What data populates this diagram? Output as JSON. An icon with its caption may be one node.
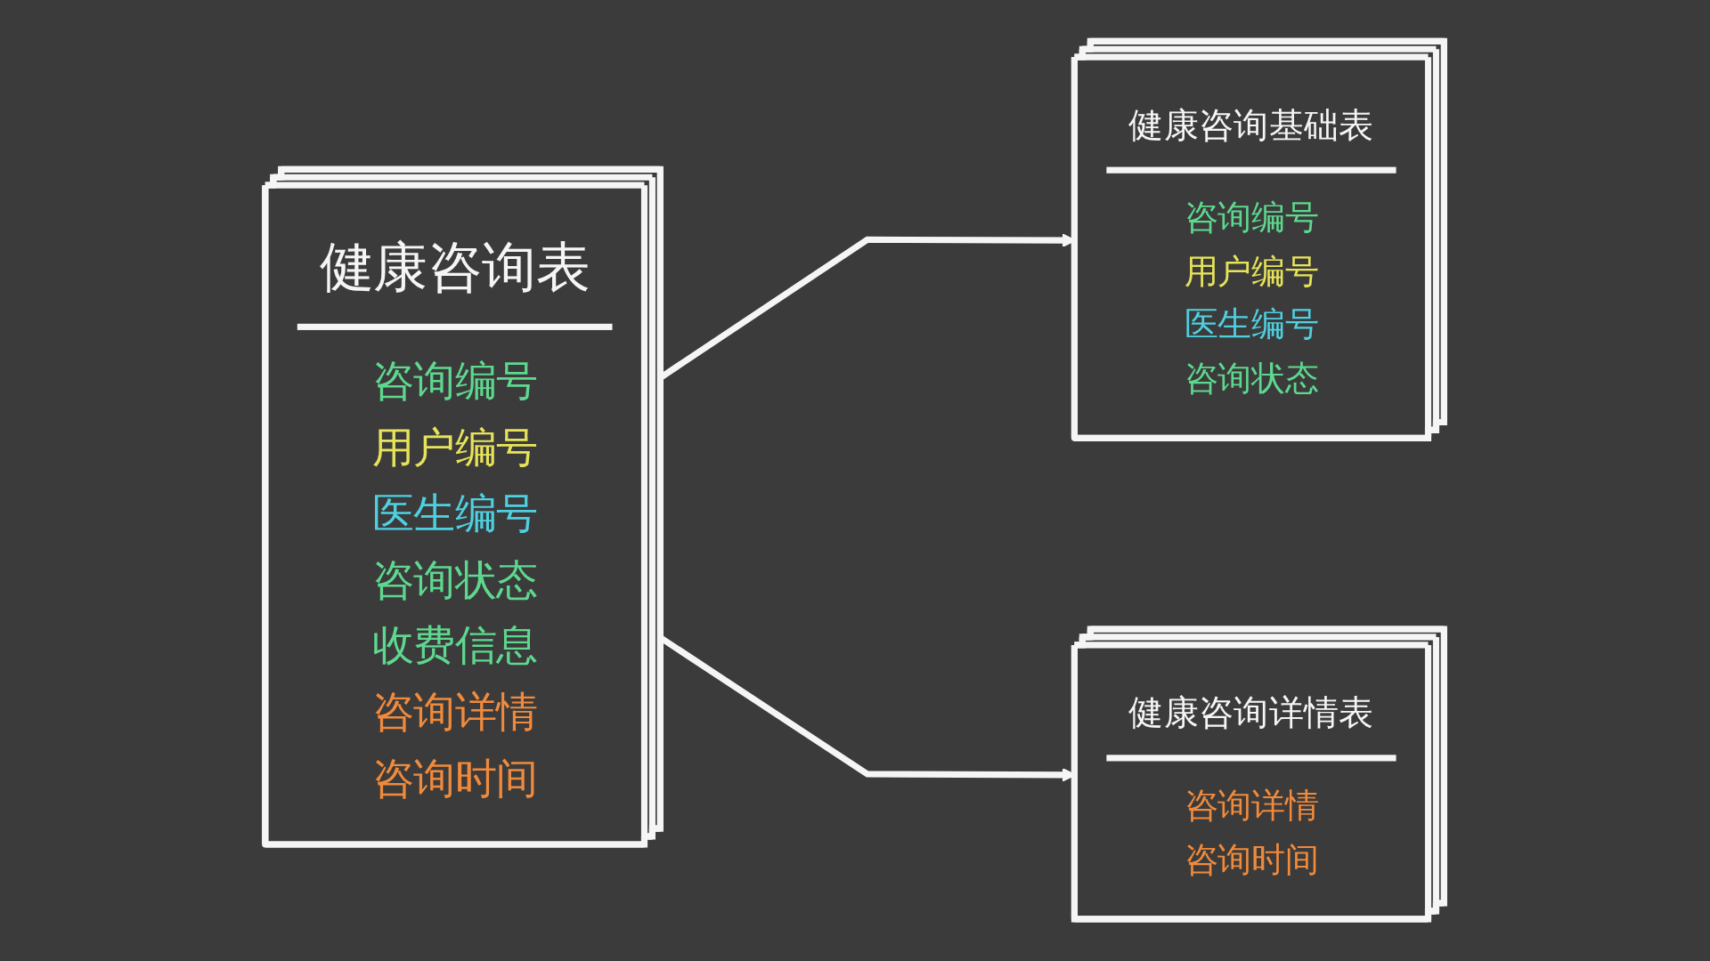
{
  "diagram": {
    "nodes": [
      {
        "text": [
          "健康咨询表",
          "咨询编号",
          "用户编号",
          "医生编号",
          "咨询状态",
          "收费信息",
          "咨询详情",
          "咨询时间"
        ]
      },
      {
        "text": [
          "健康咨询基础表",
          "咨询编号",
          "用户编号",
          "医生编号",
          "咨询状态"
        ]
      },
      {
        "text": [
          "健康咨询详情表",
          "咨询详情",
          "咨询时间"
        ]
      }
    ],
    "edges": [
      {
        "from": 0,
        "to": 1,
        "arrow": "to"
      },
      {
        "from": 0,
        "to": 2,
        "arrow": "to"
      }
    ]
  }
}
